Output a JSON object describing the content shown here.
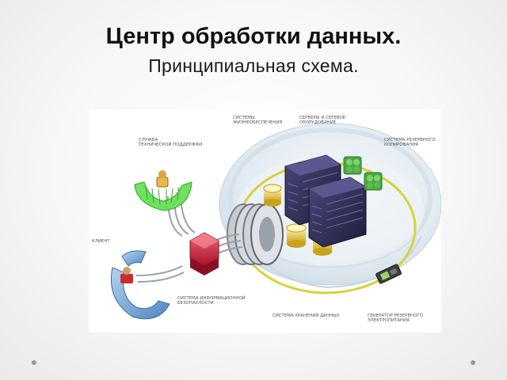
{
  "slide": {
    "title": "Центр обработки данных.",
    "subtitle": "Принципиальная схема."
  },
  "diagram": {
    "labels": {
      "support": "СЛУЖБА\nТЕХНИЧЕСКОЙ ПОДДЕРЖКИ",
      "life_support": "СИСТЕМЫ\nЖИЗНЕОБЕСПЕЧЕНИЯ",
      "servers": "СЕРВЕРЫ И СЕТЕВОЕ\nОБОРУДОВАНИЕ",
      "backup_copy": "СИСТЕМА РЕЗЕРВНОГО\nКОПИРОВАНИЯ",
      "client": "КЛИЕНТ",
      "security": "СИСТЕМА ИНФОРМАЦИОННОЙ\nБЕЗОПАСНОСТИ",
      "storage": "СИСТЕМА ХРАНЕНИЯ ДАННЫХ",
      "generator": "ГЕНЕРАТОР РЕЗЕРВНОГО\nЭЛЕКТРОПИТАНИЯ"
    }
  }
}
